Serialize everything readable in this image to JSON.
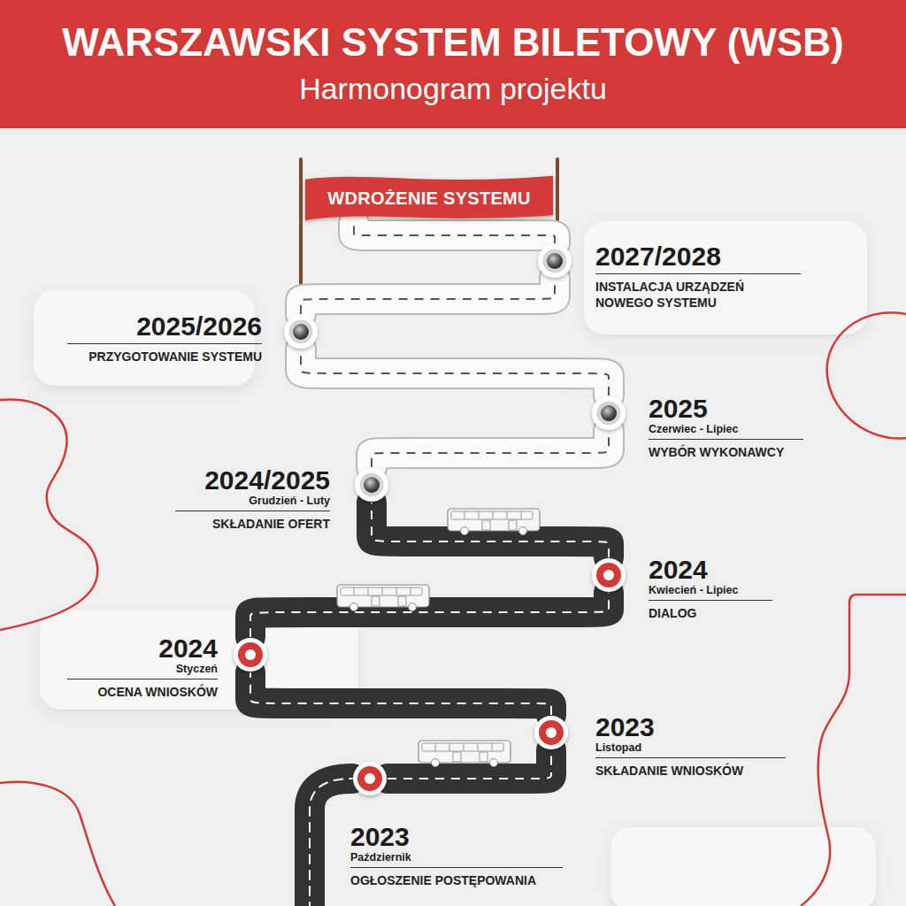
{
  "diagram": {
    "title": "WARSZAWSKI SYSTEM BILETOWY (WSB)",
    "nodes": [
      {
        "text": [
          "WDROŻENIE SYSTEMU"
        ]
      },
      {
        "text": [
          "2027/2028",
          "INSTALACJA URZĄDZEŃ NOWEGO SYSTEMU"
        ]
      },
      {
        "text": [
          "2025/2026",
          "PRZYGOTOWANIE SYSTEMU"
        ]
      },
      {
        "text": [
          "2025",
          "Czerwiec - Lipiec",
          "WYBÓR WYKONAWCY"
        ]
      },
      {
        "text": [
          "2024/2025",
          "Grudzień - Luty",
          "SKŁADANIE OFERT"
        ]
      },
      {
        "text": [
          "2024",
          "Kwiecień - Lipiec",
          "DIALOG"
        ]
      },
      {
        "text": [
          "2024",
          "Styczeń",
          "OCENA WNIOSKÓW"
        ]
      },
      {
        "text": [
          "2023",
          "Listopad",
          "SKŁADANIE WNIOSKÓW"
        ]
      },
      {
        "text": [
          "2023",
          "Październik",
          "OGŁOSZENIE POSTĘPOWANIA"
        ]
      }
    ],
    "edges": [
      {
        "from": 8,
        "to": 7,
        "arrow": "none"
      },
      {
        "from": 7,
        "to": 6,
        "arrow": "none"
      },
      {
        "from": 6,
        "to": 5,
        "arrow": "none"
      },
      {
        "from": 5,
        "to": 4,
        "arrow": "none"
      },
      {
        "from": 4,
        "to": 3,
        "arrow": "none"
      },
      {
        "from": 3,
        "to": 2,
        "arrow": "none"
      },
      {
        "from": 2,
        "to": 1,
        "arrow": "none"
      },
      {
        "from": 1,
        "to": 0,
        "arrow": "none"
      }
    ],
    "labels": [
      "Harmonogram projektu"
    ]
  }
}
